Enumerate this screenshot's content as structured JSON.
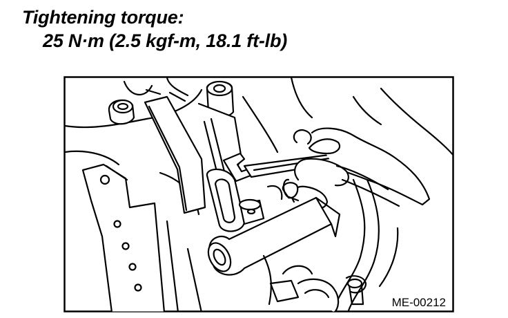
{
  "heading": {
    "line1": "Tightening torque:",
    "line2": "25 N·m (2.5 kgf-m, 18.1 ft-lb)"
  },
  "figure": {
    "code": "ME-00212"
  }
}
